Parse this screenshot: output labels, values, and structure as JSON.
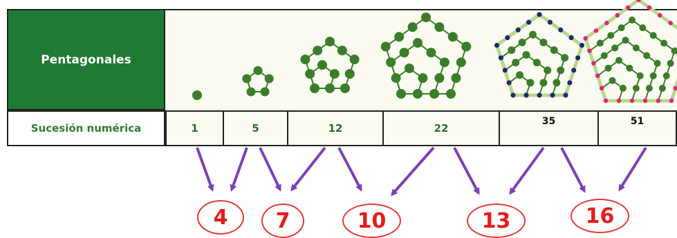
{
  "table": {
    "row_label": "Pentagonales",
    "sequence_label": "Sucesión numérica",
    "terms": [
      "1",
      "5",
      "12",
      "22",
      "35",
      "51"
    ]
  },
  "differences": [
    "4",
    "7",
    "10",
    "13",
    "16"
  ],
  "colors": {
    "header_green": "#1f7a33",
    "dot_green": "#3b7d2a",
    "arrow_purple": "#7b3fb8",
    "bubble_red": "#e53935",
    "added_navy": "#1a2a6c",
    "added_pink": "#e0247c",
    "pale_green_edge": "#b7d98b"
  }
}
